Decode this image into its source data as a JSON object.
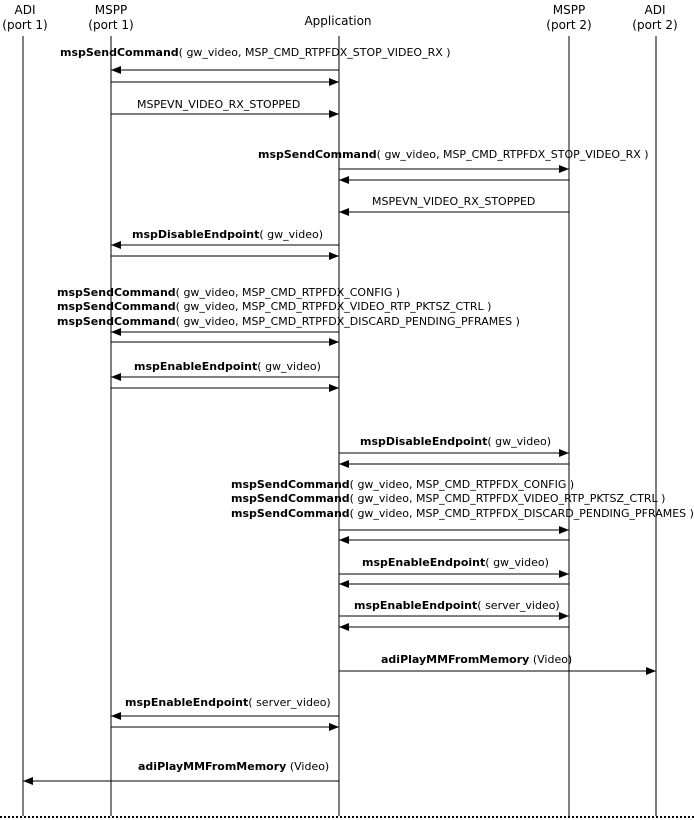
{
  "participants": [
    {
      "id": "adi1",
      "line1": "ADI",
      "line2": "(port 1)"
    },
    {
      "id": "mspp1",
      "line1": "MSPP",
      "line2": "(port 1)"
    },
    {
      "id": "app",
      "line1": "Application",
      "line2": ""
    },
    {
      "id": "mspp2",
      "line1": "MSPP",
      "line2": "(port 2)"
    },
    {
      "id": "adi2",
      "line1": "ADI",
      "line2": "(port 2)"
    }
  ],
  "labels": [
    {
      "parts": [
        {
          "bold": "mspSendCommand",
          "rest": "( gw_video, MSP_CMD_RTPFDX_STOP_VIDEO_RX )"
        }
      ]
    },
    {
      "parts": [
        {
          "bold": "",
          "rest": "MSPEVN_VIDEO_RX_STOPPED"
        }
      ]
    },
    {
      "parts": [
        {
          "bold": "mspSendCommand",
          "rest": "( gw_video, MSP_CMD_RTPFDX_STOP_VIDEO_RX )"
        }
      ]
    },
    {
      "parts": [
        {
          "bold": "",
          "rest": "MSPEVN_VIDEO_RX_STOPPED"
        }
      ]
    },
    {
      "parts": [
        {
          "bold": "mspDisableEndpoint",
          "rest": "( gw_video)"
        }
      ]
    },
    {
      "parts": [
        {
          "bold": "mspSendCommand",
          "rest": "( gw_video, MSP_CMD_RTPFDX_CONFIG )"
        }
      ]
    },
    {
      "parts": [
        {
          "bold": "mspSendCommand",
          "rest": "( gw_video, MSP_CMD_RTPFDX_VIDEO_RTP_PKTSZ_CTRL )"
        }
      ]
    },
    {
      "parts": [
        {
          "bold": "mspSendCommand",
          "rest": "( gw_video, MSP_CMD_RTPFDX_DISCARD_PENDING_PFRAMES )"
        }
      ]
    },
    {
      "parts": [
        {
          "bold": "mspEnableEndpoint",
          "rest": "( gw_video)"
        }
      ]
    },
    {
      "parts": [
        {
          "bold": "mspDisableEndpoint",
          "rest": "( gw_video)"
        }
      ]
    },
    {
      "parts": [
        {
          "bold": "mspSendCommand",
          "rest": "( gw_video, MSP_CMD_RTPFDX_CONFIG )"
        }
      ]
    },
    {
      "parts": [
        {
          "bold": "mspSendCommand",
          "rest": "( gw_video, MSP_CMD_RTPFDX_VIDEO_RTP_PKTSZ_CTRL )"
        }
      ]
    },
    {
      "parts": [
        {
          "bold": "mspSendCommand",
          "rest": "( gw_video, MSP_CMD_RTPFDX_DISCARD_PENDING_PFRAMES )"
        }
      ]
    },
    {
      "parts": [
        {
          "bold": "mspEnableEndpoint",
          "rest": "( gw_video)"
        }
      ]
    },
    {
      "parts": [
        {
          "bold": "mspEnableEndpoint",
          "rest": "( server_video)"
        }
      ]
    },
    {
      "parts": [
        {
          "bold": "adiPlayMMFromMemory",
          "rest": " (Video)"
        }
      ]
    },
    {
      "parts": [
        {
          "bold": "mspEnableEndpoint",
          "rest": "( server_video)"
        }
      ]
    },
    {
      "parts": [
        {
          "bold": "adiPlayMMFromMemory",
          "rest": " (Video)"
        }
      ]
    }
  ],
  "messages": [
    {
      "from": "app",
      "to": "mspp1"
    },
    {
      "from": "mspp1",
      "to": "app"
    },
    {
      "from": "mspp1",
      "to": "app"
    },
    {
      "from": "app",
      "to": "mspp2"
    },
    {
      "from": "mspp2",
      "to": "app"
    },
    {
      "from": "mspp2",
      "to": "app"
    },
    {
      "from": "app",
      "to": "mspp1"
    },
    {
      "from": "mspp1",
      "to": "app"
    },
    {
      "from": "app",
      "to": "mspp1"
    },
    {
      "from": "mspp1",
      "to": "app"
    },
    {
      "from": "app",
      "to": "mspp1"
    },
    {
      "from": "mspp1",
      "to": "app"
    },
    {
      "from": "app",
      "to": "mspp2"
    },
    {
      "from": "mspp2",
      "to": "app"
    },
    {
      "from": "app",
      "to": "mspp2"
    },
    {
      "from": "mspp2",
      "to": "app"
    },
    {
      "from": "app",
      "to": "mspp2"
    },
    {
      "from": "mspp2",
      "to": "app"
    },
    {
      "from": "app",
      "to": "mspp2"
    },
    {
      "from": "mspp2",
      "to": "app"
    },
    {
      "from": "app",
      "to": "adi2"
    },
    {
      "from": "app",
      "to": "mspp1"
    },
    {
      "from": "mspp1",
      "to": "app"
    },
    {
      "from": "app",
      "to": "adi1"
    }
  ],
  "colors": {
    "line": "#000000",
    "background": "#ffffff"
  }
}
